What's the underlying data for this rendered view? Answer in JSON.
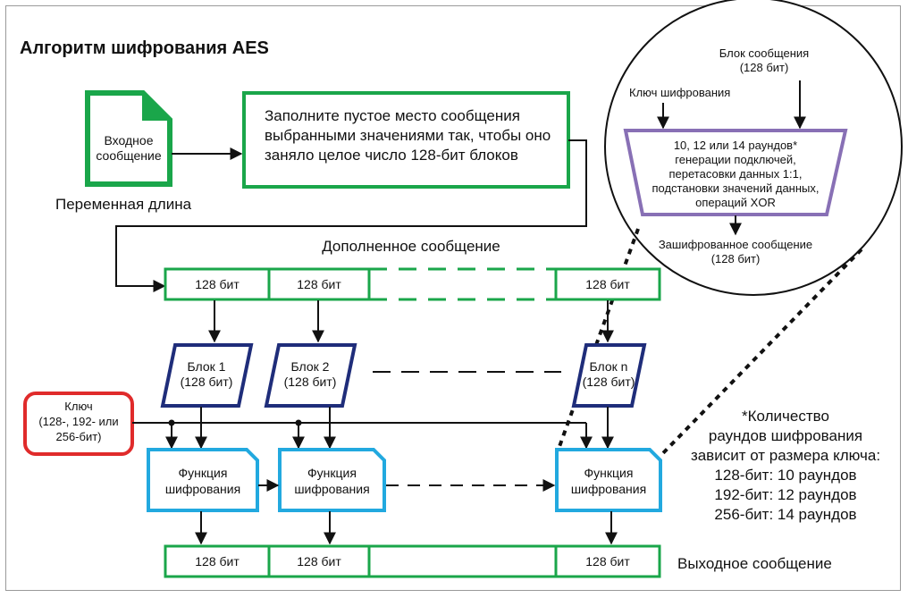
{
  "title": "Алгоритм шифрования AES",
  "input_doc": {
    "line1": "Входное",
    "line2": "сообщение",
    "caption": "Переменная длина"
  },
  "padding_box": {
    "text": "Заполните пустое место сообщения выбранными значениями так, чтобы оно заняло целое число 128-бит блоков"
  },
  "padded_label": "Дополненное сообщение",
  "block_bits": "128 бит",
  "blocks": [
    {
      "line1": "Блок 1",
      "line2": "(128 бит)"
    },
    {
      "line1": "Блок 2",
      "line2": "(128 бит)"
    },
    {
      "line1": "Блок n",
      "line2": "(128 бит)"
    }
  ],
  "key": {
    "line1": "Ключ",
    "line2": "(128-, 192- или",
    "line3": "256-бит)"
  },
  "encrypt_fn": {
    "line1": "Функция",
    "line2": "шифрования"
  },
  "output_label": "Выходное сообщение",
  "zoom": {
    "msg_block_line1": "Блок сообщения",
    "msg_block_line2": "(128 бит)",
    "key_label": "Ключ шифрования",
    "process": [
      "10, 12 или 14 раундов*",
      "генерации подключей,",
      "перетасовки данных 1:1,",
      "подстановки значений данных,",
      "операций XOR"
    ],
    "result_line1": "Зашифрованное сообщение",
    "result_line2": "(128 бит)"
  },
  "rounds_note": {
    "line1": "*Количество",
    "line2": "раундов шифрования",
    "line3": "зависит от размера ключа:",
    "items": [
      "128-бит: 10 раундов",
      "192-бит: 12 раундов",
      "256-бит: 14 раундов"
    ]
  },
  "colors": {
    "green": "#1aa64a",
    "navy": "#1f2d7a",
    "cyan": "#22a9df",
    "red": "#e02b2b",
    "purple": "#8870b5"
  }
}
